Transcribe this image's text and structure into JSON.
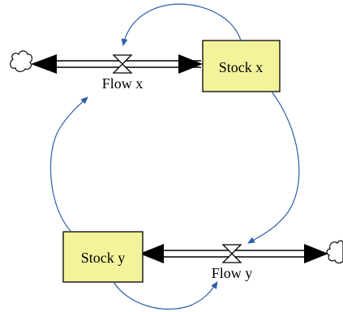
{
  "stocks": {
    "stock_x": {
      "label": "Stock x"
    },
    "stock_y": {
      "label": "Stock y"
    }
  },
  "flows": {
    "flow_x": {
      "label": "Flow x"
    },
    "flow_y": {
      "label": "Flow y"
    }
  },
  "colors": {
    "stock_fill": "#f3f39b",
    "stock_border": "#000000",
    "link": "#2f5fa8",
    "pipe": "#000000",
    "background": "#ffffff"
  },
  "icons": [
    "cloud-source-icon",
    "cloud-sink-icon",
    "valve-icon",
    "arrowhead-icon"
  ]
}
